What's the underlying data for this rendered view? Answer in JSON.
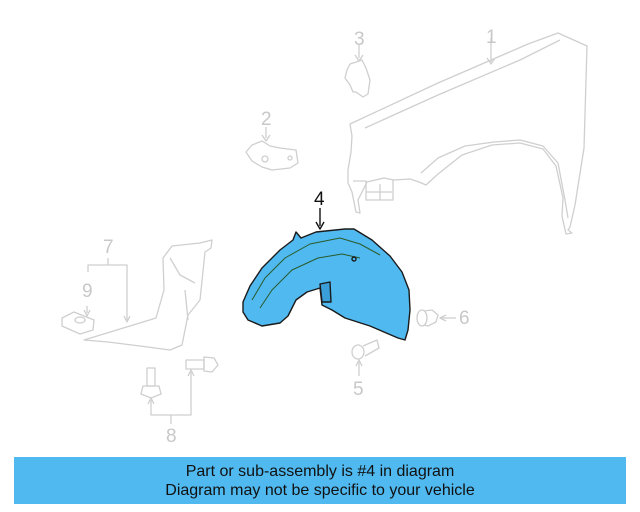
{
  "diagram": {
    "highlighted_part": "4",
    "colors": {
      "highlight_fill": "#4fb9f0",
      "highlight_stroke": "#1a1a1a",
      "inactive_line": "#cfcfcf",
      "inactive_text": "#c8c8c8",
      "banner_bg": "#4fb9f0"
    },
    "callouts": [
      {
        "id": "1",
        "label": "1",
        "part": "fender"
      },
      {
        "id": "2",
        "label": "2",
        "part": "bracket"
      },
      {
        "id": "3",
        "label": "3",
        "part": "bracket"
      },
      {
        "id": "4",
        "label": "4",
        "part": "fender liner"
      },
      {
        "id": "5",
        "label": "5",
        "part": "screw"
      },
      {
        "id": "6",
        "label": "6",
        "part": "clip"
      },
      {
        "id": "7",
        "label": "7",
        "part": "splash shield"
      },
      {
        "id": "8",
        "label": "8",
        "part": "bolts"
      },
      {
        "id": "9",
        "label": "9",
        "part": "nut"
      }
    ]
  },
  "banner": {
    "line1": "Part or sub-assembly is #4 in diagram",
    "line2": "Diagram may not be specific to your vehicle"
  }
}
